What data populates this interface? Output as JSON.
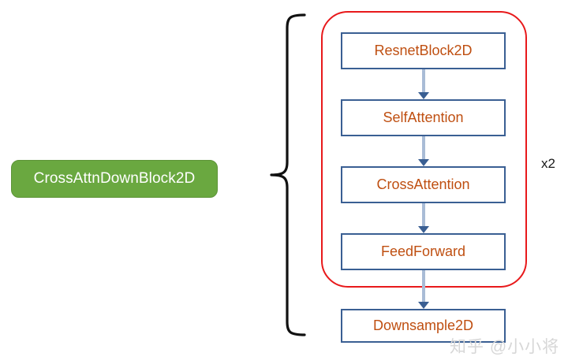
{
  "diagram": {
    "source_block": {
      "label": "CrossAttnDownBlock2D",
      "fill_color": "#6aa840",
      "text_color": "#ffffff"
    },
    "grouping_brace": {
      "icon": "curly-brace-icon",
      "color": "#111111"
    },
    "repeat_group": {
      "outline_color": "#e8191b",
      "repeat_label": "x2",
      "steps": [
        {
          "label": "ResnetBlock2D"
        },
        {
          "label": "SelfAttention"
        },
        {
          "label": "CrossAttention"
        },
        {
          "label": "FeedForward"
        }
      ]
    },
    "trailing_steps": [
      {
        "label": "Downsample2D"
      }
    ],
    "box_style": {
      "border_color": "#3a5f93",
      "text_color": "#bf4f11",
      "fill_color": "#ffffff"
    },
    "arrow_style": {
      "shaft_color": "#a9bcd6",
      "head_color": "#3a5f93"
    },
    "connectors": [
      {
        "icon": "down-arrow-icon",
        "from": "ResnetBlock2D",
        "to": "SelfAttention"
      },
      {
        "icon": "down-arrow-icon",
        "from": "SelfAttention",
        "to": "CrossAttention"
      },
      {
        "icon": "down-arrow-icon",
        "from": "CrossAttention",
        "to": "FeedForward"
      },
      {
        "icon": "down-arrow-icon",
        "from": "FeedForward",
        "to": "Downsample2D"
      }
    ]
  },
  "watermark": {
    "text": "知乎 @小小将"
  }
}
